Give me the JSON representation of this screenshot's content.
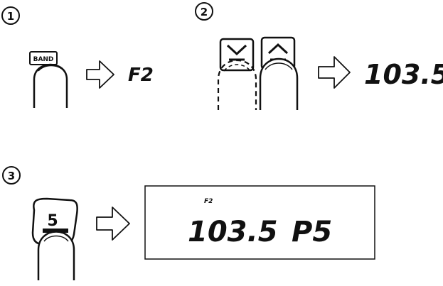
{
  "steps": [
    {
      "number": "①",
      "button_label": "BAND",
      "display_result": "F2"
    },
    {
      "number": "②",
      "buttons": [
        {
          "icon": "chevron-down-icon",
          "style": "dashed"
        },
        {
          "icon": "chevron-up-icon",
          "style": "solid"
        }
      ],
      "display_result": "103.5"
    },
    {
      "number": "③",
      "button_label": "5",
      "display_band": "F2",
      "display_frequency": "103.5",
      "display_preset": "P5"
    }
  ],
  "colors": {
    "ink": "#111111",
    "background": "#ffffff"
  }
}
